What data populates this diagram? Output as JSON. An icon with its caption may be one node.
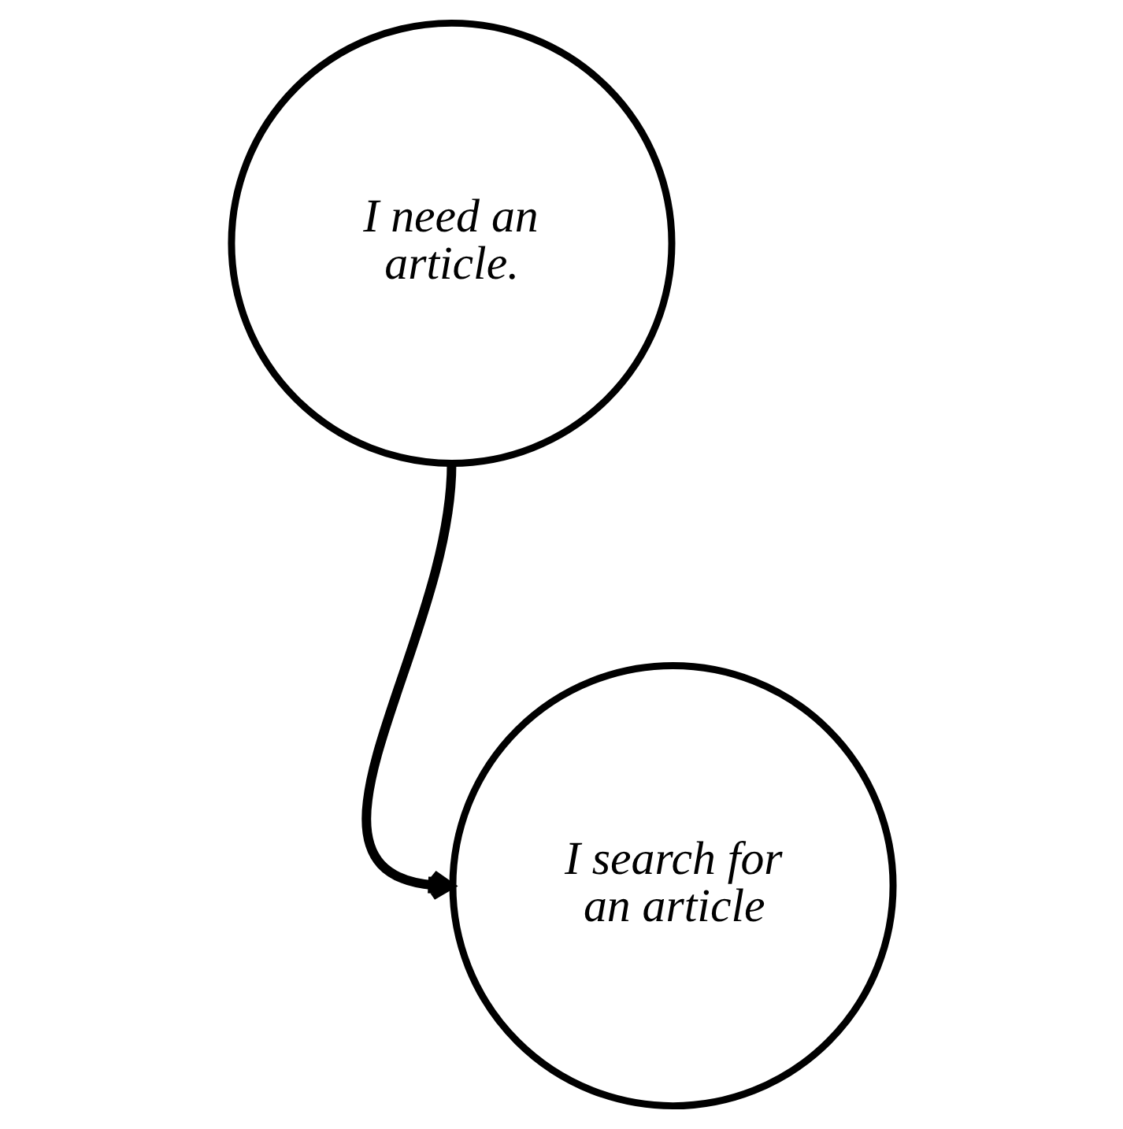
{
  "diagram": {
    "nodes": [
      {
        "text": [
          "I need an article."
        ]
      },
      {
        "text": [
          "I search for an article"
        ]
      }
    ],
    "edges": [
      {
        "from": 0,
        "to": 1,
        "arrow": "to"
      }
    ]
  }
}
